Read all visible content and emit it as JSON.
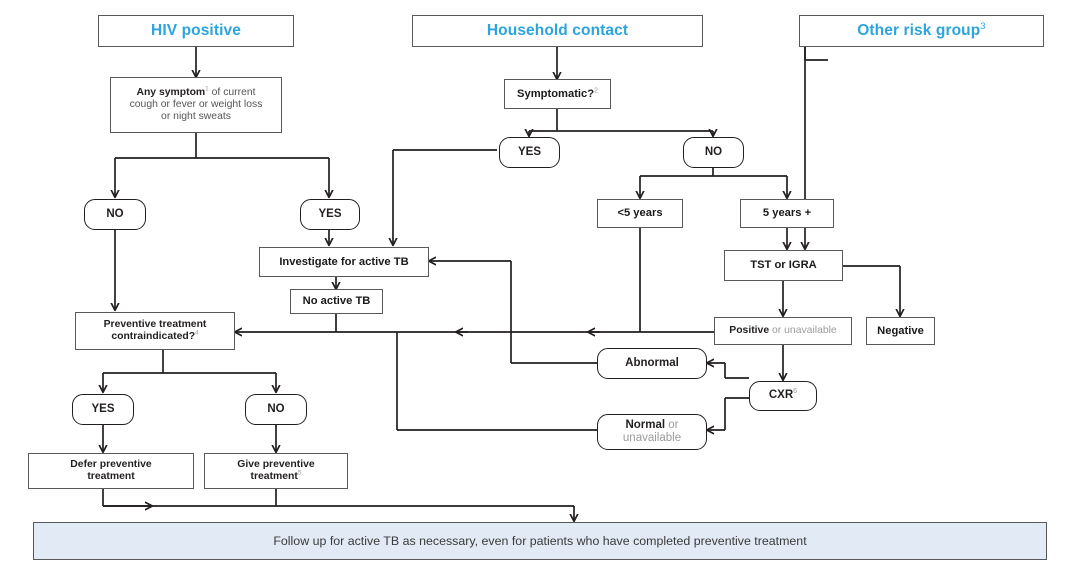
{
  "title": "TB preventive treatment decision flowchart",
  "colors": {
    "header_text": "#2ca4dd",
    "box_border": "#58595b",
    "pill_border": "#231f20",
    "banner_fill": "#e2eaf6",
    "muted_text": "#9b9b9b",
    "wire": "#231f20"
  },
  "headers": {
    "hiv": "HIV positive",
    "household": "Household contact",
    "other_risk": "Other risk group",
    "other_risk_sup": "3"
  },
  "nodes": {
    "any_symptom": {
      "bold": "Any symptom",
      "sup": "1",
      "rest_line1": " of current",
      "line2": "cough or fever or weight loss",
      "line3": "or night sweats"
    },
    "symptomatic": {
      "label": "Symptomatic?",
      "sup": "2"
    },
    "hiv_no": "NO",
    "hiv_yes": "YES",
    "hc_yes": "YES",
    "hc_no": "NO",
    "under5": "<5 years",
    "over5": "5 years +",
    "tst_igra": "TST or IGRA",
    "positive": {
      "bold": "Positive",
      "rest": " or unavailable"
    },
    "negative": "Negative",
    "cxr": {
      "label": "CXR",
      "sup": "6"
    },
    "abnormal": "Abnormal",
    "normal": {
      "bold": "Normal",
      "rest": " or",
      "line2": "unavailable"
    },
    "investigate": "Investigate for active TB",
    "no_active_tb": "No active TB",
    "contraindicated": {
      "line1": "Preventive treatment",
      "line2": "contraindicated?",
      "sup": "4"
    },
    "ct_yes": "YES",
    "ct_no": "NO",
    "defer": {
      "line1": "Defer preventive",
      "line2": "treatment"
    },
    "give": {
      "line1": "Give preventive",
      "line2": "treatment",
      "sup": "5"
    }
  },
  "banner": {
    "text": "Follow up for active TB as necessary, even for patients who have completed preventive treatment"
  }
}
